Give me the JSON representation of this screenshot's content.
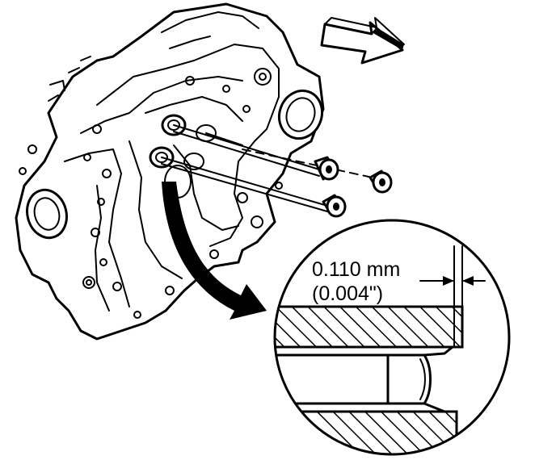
{
  "callout": {
    "measurement_mm": "0.110 mm",
    "measurement_in": "(0.004\")"
  },
  "icons": {
    "direction_arrow": "block-arrow-right",
    "detail_arrow": "curved-arrow"
  },
  "colors": {
    "ink": "#000000",
    "paper": "#ffffff"
  }
}
